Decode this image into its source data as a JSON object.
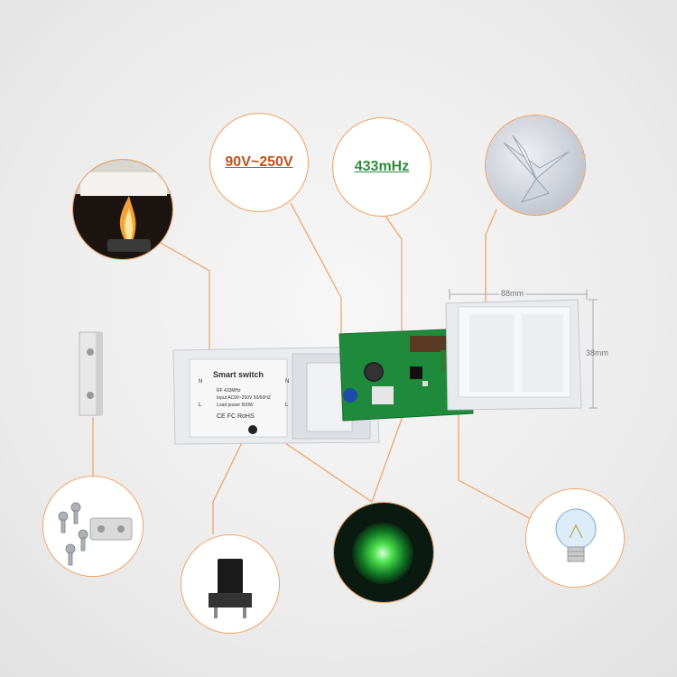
{
  "callouts": {
    "voltage": "90V~250V",
    "frequency": "433mHz"
  },
  "dimensions": {
    "width": "88mm",
    "height": "38mm"
  },
  "label_panel": {
    "title": "Smart switch",
    "line1": "RF 433MHz",
    "line2": "Input AC90~250V 50/60HZ",
    "line3": "Load power 500W",
    "certs": "CE FC RoHS",
    "terminal_left": "N",
    "terminal_left2": "L",
    "terminal_right": "N",
    "terminal_right2": "L"
  },
  "colors": {
    "accent_line": "#f0a060",
    "voltage_text": "#c0521c",
    "frequency_text": "#2e8b3e",
    "pcb_green": "#1f8a3c"
  }
}
